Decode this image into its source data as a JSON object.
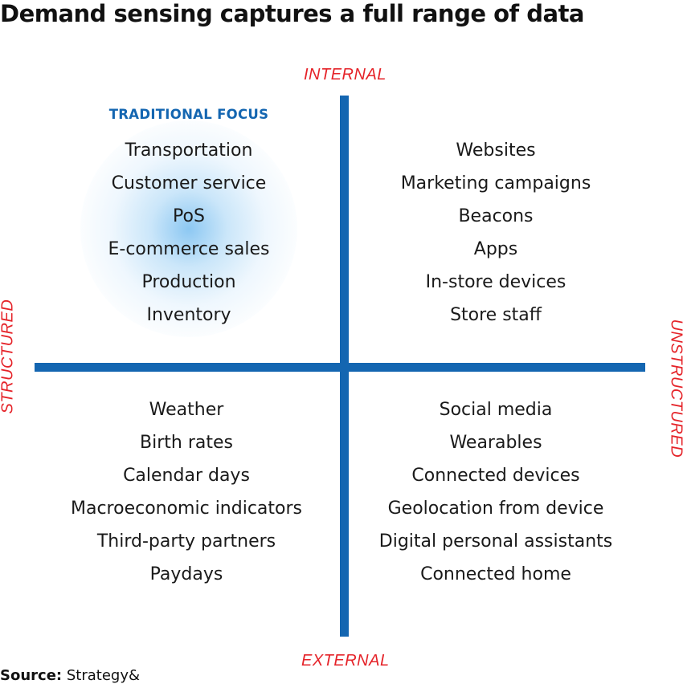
{
  "title": "Demand sensing captures a full range of data",
  "axes": {
    "top": "INTERNAL",
    "bottom": "EXTERNAL",
    "left": "STRUCTURED",
    "right": "UNSTRUCTURED"
  },
  "colors": {
    "axis_line": "#1466b1",
    "axis_label": "#e52329",
    "focus_label": "#1466b1",
    "text": "#1a1a1a"
  },
  "focus_label": "TRADITIONAL FOCUS",
  "quadrants": {
    "internal_structured": [
      "Transportation",
      "Customer service",
      "PoS",
      "E-commerce sales",
      "Production",
      "Inventory"
    ],
    "internal_unstructured": [
      "Websites",
      "Marketing campaigns",
      "Beacons",
      "Apps",
      "In-store devices",
      "Store staff"
    ],
    "external_structured": [
      "Weather",
      "Birth rates",
      "Calendar days",
      "Macroeconomic indicators",
      "Third-party partners",
      "Paydays"
    ],
    "external_unstructured": [
      "Social media",
      "Wearables",
      "Connected devices",
      "Geolocation from device",
      "Digital personal assistants",
      "Connected home"
    ]
  },
  "source": {
    "label": "Source:",
    "value": "Strategy&"
  }
}
